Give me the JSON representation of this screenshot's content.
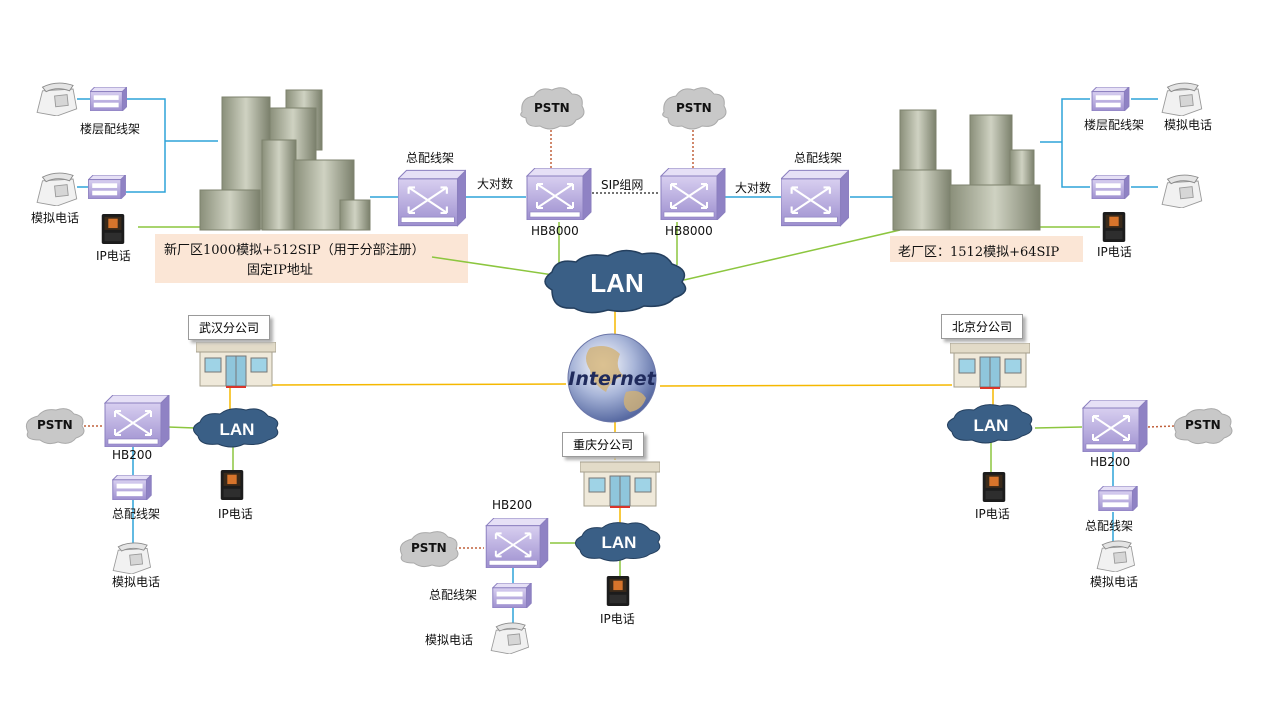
{
  "colors": {
    "blue_link": "#2ea3d8",
    "green_link": "#8cc63f",
    "orange_link": "#f5b800",
    "pstn_link": "#c0603b",
    "switch": "#b6a9d9",
    "lan_cloud": "#3a5f86",
    "pstn_cloud": "#c8c8c8"
  },
  "hq": {
    "new_area_line1": "新厂区1000模拟+512SIP（用于分部注册）",
    "new_area_line2": "固定IP地址",
    "old_area": "老厂区：1512模拟+64SIP",
    "left_floor_rack": "楼层配线架",
    "left_analog_phone": "模拟电话",
    "left_ip_phone": "IP电话",
    "left_main_rack": "总配线架",
    "left_trunk": "大对数",
    "left_gateway": "HB8000",
    "sip_link": "SIP组网",
    "right_gateway": "HB8000",
    "right_trunk": "大对数",
    "right_main_rack": "总配线架",
    "right_floor_rack": "楼层配线架",
    "right_analog_phone": "模拟电话",
    "right_ip_phone": "IP电话",
    "pstn_left": "PSTN",
    "pstn_right": "PSTN",
    "lan": "LAN"
  },
  "internet": "Internet",
  "wuhan": {
    "title": "武汉分公司",
    "pstn": "PSTN",
    "gateway": "HB200",
    "lan": "LAN",
    "main_rack": "总配线架",
    "analog_phone": "模拟电话",
    "ip_phone": "IP电话"
  },
  "chongqing": {
    "title": "重庆分公司",
    "pstn": "PSTN",
    "gateway": "HB200",
    "lan": "LAN",
    "main_rack": "总配线架",
    "analog_phone": "模拟电话",
    "ip_phone": "IP电话"
  },
  "beijing": {
    "title": "北京分公司",
    "pstn": "PSTN",
    "gateway": "HB200",
    "lan": "LAN",
    "main_rack": "总配线架",
    "analog_phone": "模拟电话",
    "ip_phone": "IP电话"
  }
}
